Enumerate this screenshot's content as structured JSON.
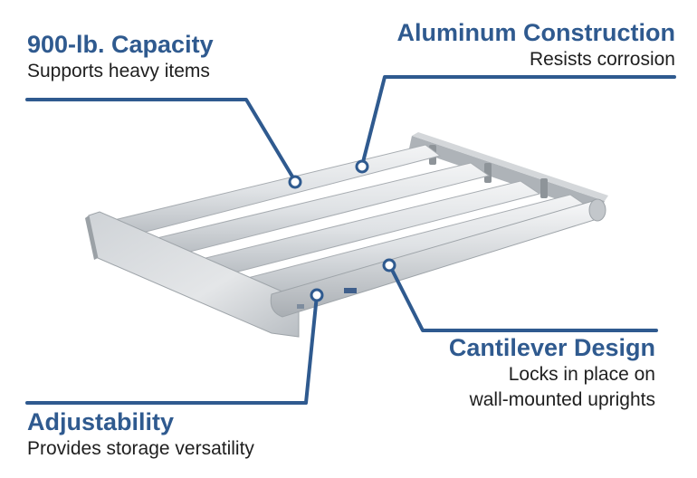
{
  "callouts": {
    "capacity": {
      "title": "900-lb. Capacity",
      "subtitle": "Supports heavy items"
    },
    "aluminum": {
      "title": "Aluminum Construction",
      "subtitle": "Resists corrosion"
    },
    "cantilever": {
      "title": "Cantilever Design",
      "line1": "Locks in place on",
      "line2": "wall-mounted uprights"
    },
    "adjustability": {
      "title": "Adjustability",
      "subtitle": "Provides storage versatility"
    }
  },
  "colors": {
    "accent": "#2f5a8f",
    "text": "#1f1f1f",
    "metal_light": "#e8eaec",
    "metal_mid": "#c9cdd1",
    "metal_dark": "#9da3a8"
  }
}
